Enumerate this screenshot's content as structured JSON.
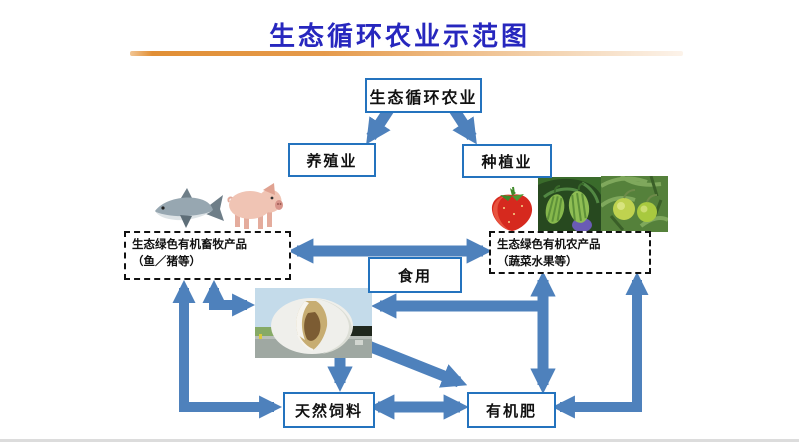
{
  "title": {
    "text": "生态循环农业示范图",
    "color": "#2727BE"
  },
  "colors": {
    "box_border": "#2473BE",
    "arrow_fill": "#4E81BC",
    "dashed_border": "#111111",
    "rule_orange": "#E18F35"
  },
  "nodes": {
    "root": {
      "label": "生态循环农业"
    },
    "breeding": {
      "label": "养殖业"
    },
    "planting": {
      "label": "种植业"
    },
    "livestock_products": {
      "line1": "生态绿色有机畜牧产品",
      "line2": "（鱼／猪等）"
    },
    "farm_products": {
      "line1": "生态绿色有机农产品",
      "line2": "（蔬菜水果等）"
    },
    "eating": {
      "label": "食用"
    },
    "natural_feed": {
      "label": "天然饲料"
    },
    "organic_fertilizer": {
      "label": "有机肥"
    }
  },
  "images": {
    "shark": "shark-photo",
    "pig": "piglet-photo",
    "strawberry": "strawberry-photo",
    "gourds": "green-striped-fruit-photo",
    "round_fruit": "green-round-fruit-photo",
    "dome": "biogas-dome-photo"
  }
}
